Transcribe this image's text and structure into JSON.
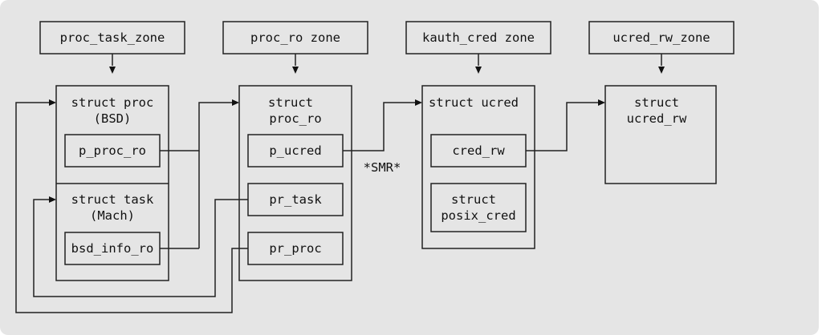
{
  "zones": {
    "proc_task": "proc_task_zone",
    "proc_ro": "proc_ro zone",
    "kauth_cred": "kauth_cred zone",
    "ucred_rw": "ucred_rw_zone"
  },
  "structs": {
    "proc_title_1": "struct proc",
    "proc_title_2": "(BSD)",
    "p_proc_ro": "p_proc_ro",
    "task_title_1": "struct task",
    "task_title_2": "(Mach)",
    "bsd_info_ro": "bsd_info_ro",
    "proc_ro_title_1": "struct",
    "proc_ro_title_2": "proc_ro",
    "p_ucred": "p_ucred",
    "pr_task": "pr_task",
    "pr_proc": "pr_proc",
    "ucred_title": "struct ucred",
    "cred_rw": "cred_rw",
    "posix_cred_1": "struct",
    "posix_cred_2": "posix_cred",
    "ucred_rw_title_1": "struct",
    "ucred_rw_title_2": "ucred_rw"
  },
  "labels": {
    "smr": "*SMR*"
  },
  "colors": {
    "background": "#e5e5e5",
    "line": "#222222",
    "text": "#111111"
  }
}
